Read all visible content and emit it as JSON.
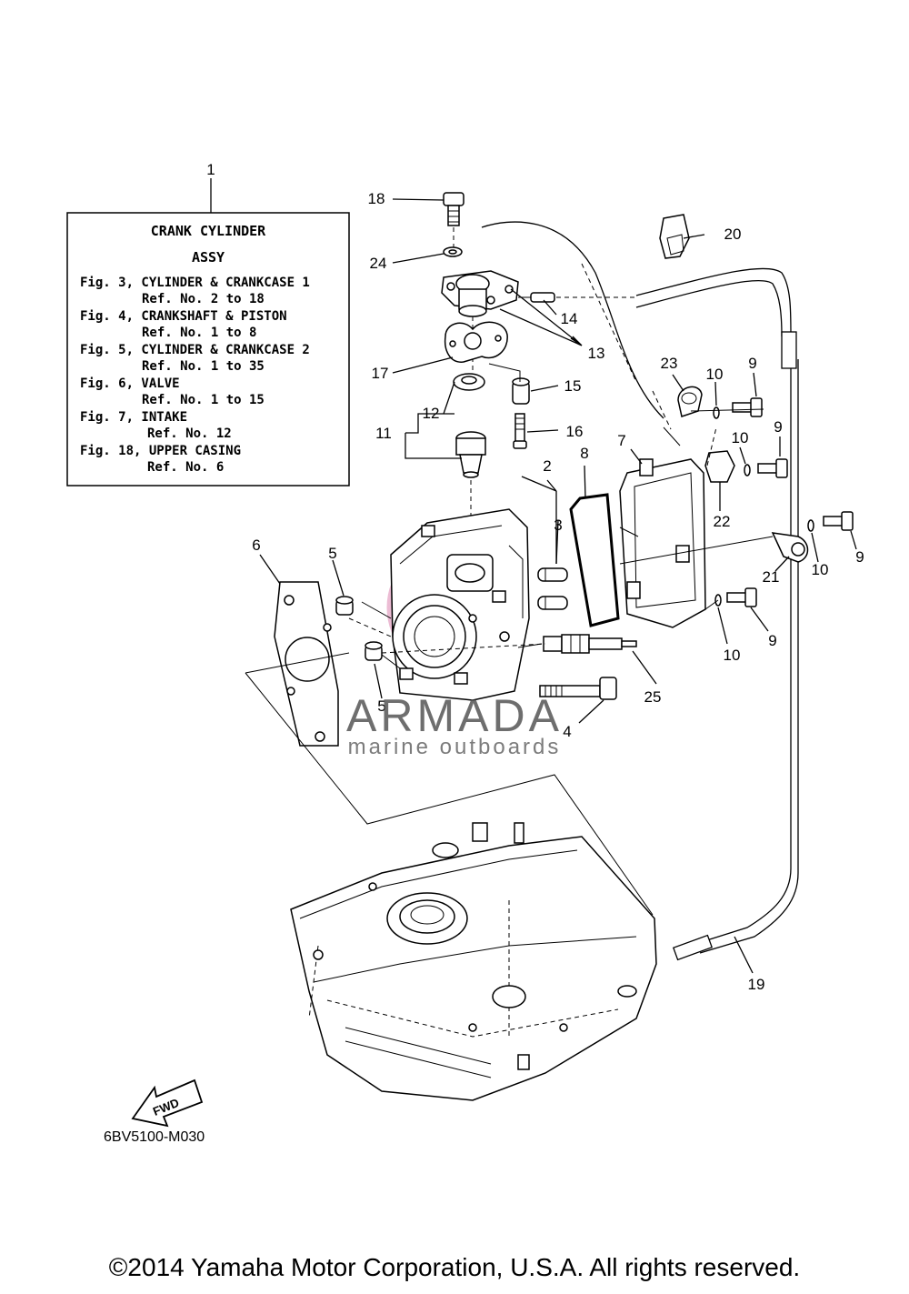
{
  "info_box": {
    "title_line1": "CRANK CYLINDER",
    "title_line2": "ASSY",
    "lines": [
      "Fig. 3, CYLINDER & CRANKCASE 1",
      "Ref. No. 2 to 18",
      "Fig. 4, CRANKSHAFT & PISTON",
      "Ref. No. 1 to 8",
      "Fig. 5, CYLINDER & CRANKCASE 2",
      "Ref. No. 1 to 35",
      "Fig. 6, VALVE",
      "Ref. No. 1 to 15",
      "Fig. 7, INTAKE",
      "Ref. No. 12",
      "Fig. 18, UPPER CASING",
      "Ref. No. 6"
    ]
  },
  "callouts": [
    {
      "id": "c1",
      "label": "1"
    },
    {
      "id": "c2",
      "label": "2"
    },
    {
      "id": "c3",
      "label": "3"
    },
    {
      "id": "c4",
      "label": "4"
    },
    {
      "id": "c5a",
      "label": "5"
    },
    {
      "id": "c5b",
      "label": "5"
    },
    {
      "id": "c6",
      "label": "6"
    },
    {
      "id": "c7",
      "label": "7"
    },
    {
      "id": "c8",
      "label": "8"
    },
    {
      "id": "c9a",
      "label": "9"
    },
    {
      "id": "c9b",
      "label": "9"
    },
    {
      "id": "c9c",
      "label": "9"
    },
    {
      "id": "c9d",
      "label": "9"
    },
    {
      "id": "c10a",
      "label": "10"
    },
    {
      "id": "c10b",
      "label": "10"
    },
    {
      "id": "c10c",
      "label": "10"
    },
    {
      "id": "c10d",
      "label": "10"
    },
    {
      "id": "c11",
      "label": "11"
    },
    {
      "id": "c12",
      "label": "12"
    },
    {
      "id": "c13",
      "label": "13"
    },
    {
      "id": "c14",
      "label": "14"
    },
    {
      "id": "c15",
      "label": "15"
    },
    {
      "id": "c16",
      "label": "16"
    },
    {
      "id": "c17",
      "label": "17"
    },
    {
      "id": "c18",
      "label": "18"
    },
    {
      "id": "c19",
      "label": "19"
    },
    {
      "id": "c20",
      "label": "20"
    },
    {
      "id": "c21",
      "label": "21"
    },
    {
      "id": "c22",
      "label": "22"
    },
    {
      "id": "c23",
      "label": "23"
    },
    {
      "id": "c24",
      "label": "24"
    },
    {
      "id": "c25",
      "label": "25"
    }
  ],
  "fwd_label": "FWD",
  "drawing_code": "6BV5100-M030",
  "watermark": {
    "brand": "ARMADA",
    "sub": "marine outboards",
    "accent_color": "#e6a6c6"
  },
  "copyright": "©2014 Yamaha Motor Corporation, U.S.A. All rights reserved."
}
